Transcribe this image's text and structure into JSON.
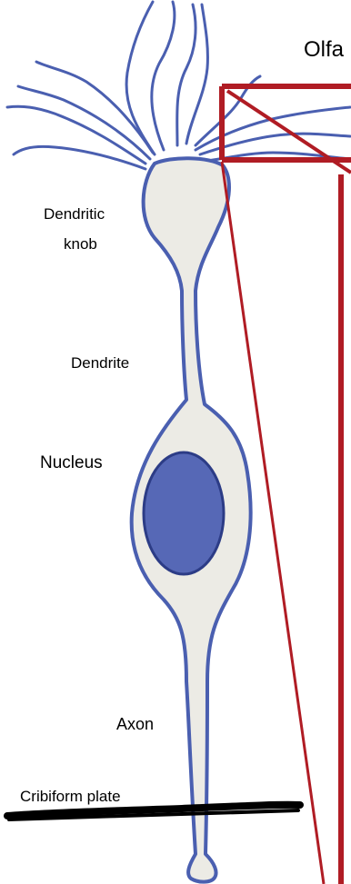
{
  "diagram": {
    "title_fragment": "Olfa",
    "labels": {
      "dendritic_knob_line1": "Dendritic",
      "dendritic_knob_line2": "knob",
      "dendrite": "Dendrite",
      "nucleus": "Nucleus",
      "axon": "Axon",
      "cribiform_plate": "Cribiform plate"
    }
  },
  "colors": {
    "cell_outline": "#4a5fb0",
    "cell_fill": "#ecebe5",
    "nucleus_fill": "#5668b6",
    "nucleus_outline": "#2c3c86",
    "zoom_frame": "#b01c24",
    "plate": "#000000",
    "text": "#000000"
  }
}
